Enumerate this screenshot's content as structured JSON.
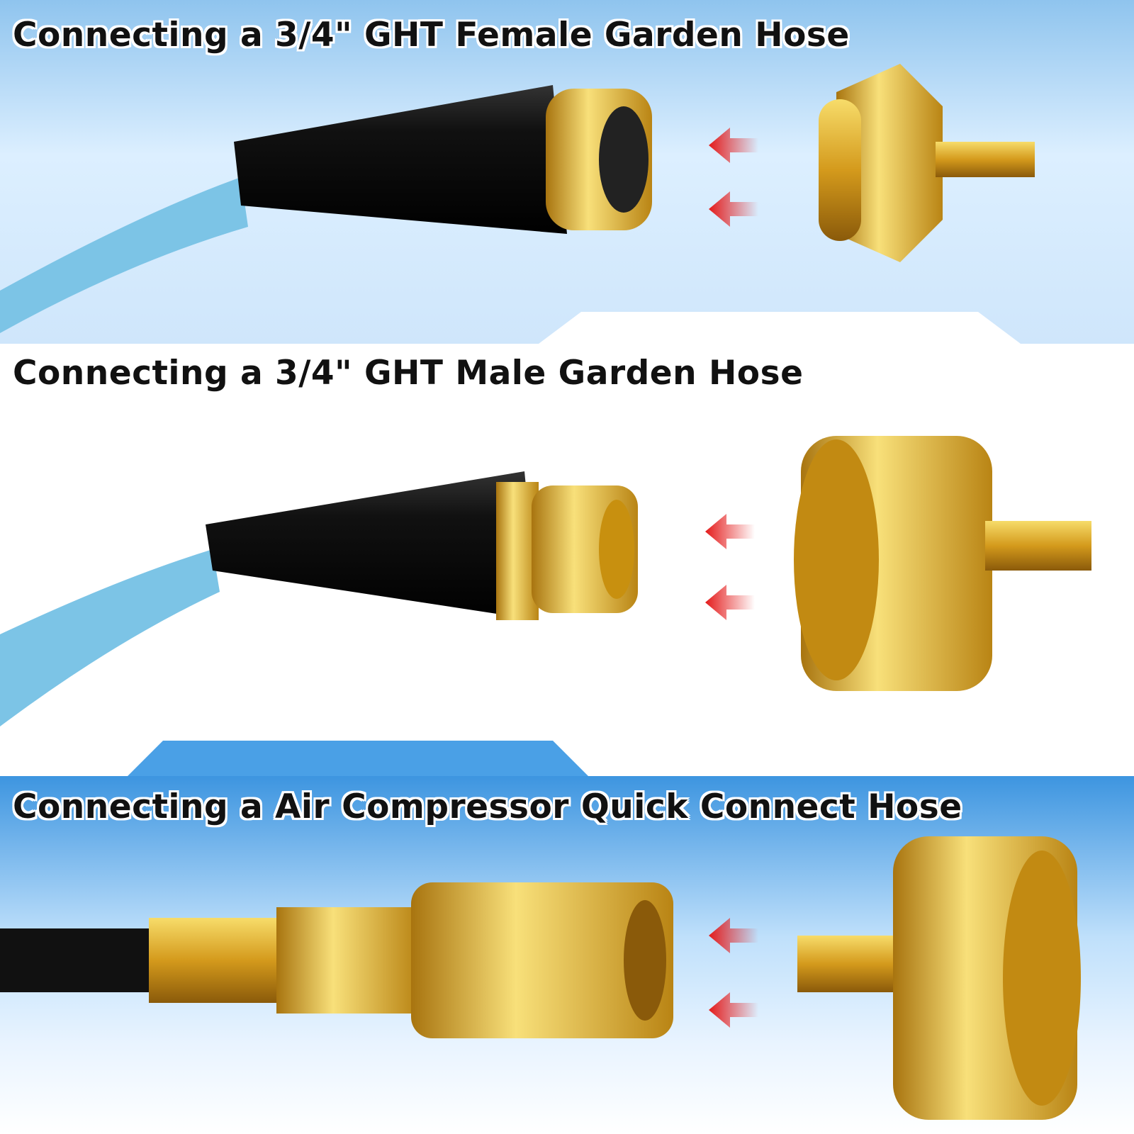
{
  "sections": [
    {
      "title": "Connecting a 3/4\" GHT Female Garden Hose"
    },
    {
      "title": "Connecting a 3/4\" GHT Male Garden Hose"
    },
    {
      "title": "Connecting a Air Compressor Quick Connect Hose"
    }
  ],
  "colors": {
    "hose_blue": "#7cc4e6",
    "brass": "#d9a92a",
    "arrow_red": "#e41b1b",
    "sleeve_black": "#111111"
  }
}
